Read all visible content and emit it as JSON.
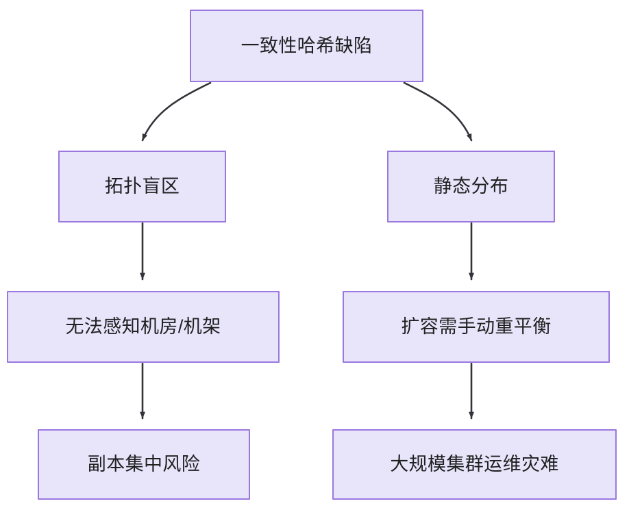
{
  "diagram": {
    "title": "一致性哈希缺陷",
    "type": "flowchart",
    "direction": "top-down",
    "background_color": "#ffffff",
    "node_fill_color": "#e8e5fb",
    "node_border_color": "#9b78e0",
    "node_text_color": "#1f2020",
    "edge_color": "#33333a",
    "nodes": [
      {
        "id": "root",
        "label": "一致性哈希缺陷",
        "level": 1
      },
      {
        "id": "topology",
        "label": "拓扑盲区",
        "level": 2
      },
      {
        "id": "static",
        "label": "静态分布",
        "level": 2
      },
      {
        "id": "noaware",
        "label": "无法感知机房/机架",
        "level": 3
      },
      {
        "id": "manual",
        "label": "扩容需手动重平衡",
        "level": 3
      },
      {
        "id": "replica",
        "label": "副本集中风险",
        "level": 4
      },
      {
        "id": "ops",
        "label": "大规模集群运维灾难",
        "level": 4
      }
    ],
    "edges": [
      {
        "from": "root",
        "to": "topology",
        "style": "curved",
        "label": ""
      },
      {
        "from": "root",
        "to": "static",
        "style": "curved",
        "label": ""
      },
      {
        "from": "topology",
        "to": "noaware",
        "style": "straight",
        "label": ""
      },
      {
        "from": "static",
        "to": "manual",
        "style": "straight",
        "label": ""
      },
      {
        "from": "noaware",
        "to": "replica",
        "style": "straight",
        "label": ""
      },
      {
        "from": "manual",
        "to": "ops",
        "style": "straight",
        "label": ""
      }
    ]
  }
}
